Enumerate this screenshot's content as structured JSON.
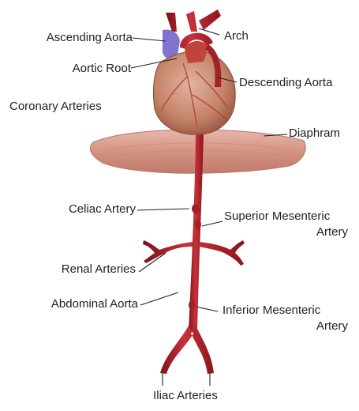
{
  "labels": {
    "ascending_aorta": "Ascending Aorta",
    "arch": "Arch",
    "aortic_root": "Aortic Root",
    "descending_aorta": "Descending Aorta",
    "coronary_arteries": "Coronary Arteries",
    "diaphram": "Diaphram",
    "celiac_artery": "Celiac Artery",
    "superior_mesenteric_1": "Superior Mesenteric",
    "superior_mesenteric_2": "Artery",
    "renal_arteries": "Renal Arteries",
    "abdominal_aorta": "Abdominal Aorta",
    "inferior_mesenteric_1": "Inferior Mesenteric",
    "inferior_mesenteric_2": "Artery",
    "iliac_arteries": "Iliac Arteries"
  },
  "colors": {
    "artery": "#b8242c",
    "artery_dark": "#7e1218",
    "heart": "#c9806f",
    "diaphragm": "#d59a8c",
    "ascending_highlight": "#6a5cc8"
  }
}
